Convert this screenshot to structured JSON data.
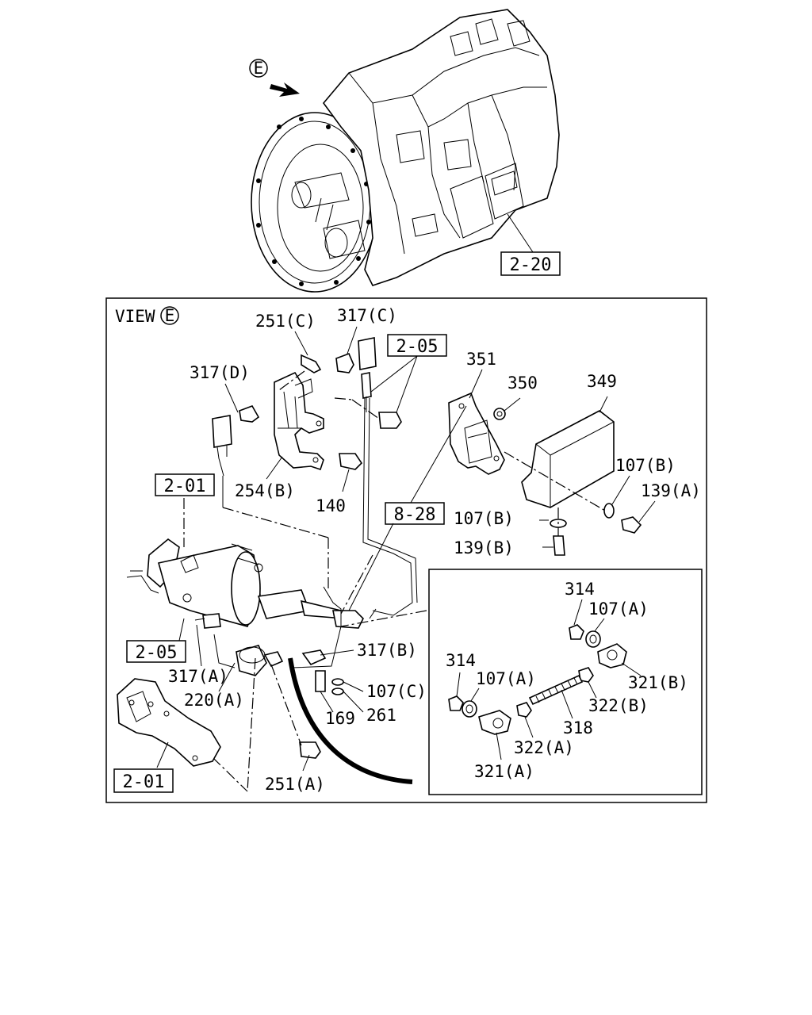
{
  "view_marker": "E",
  "view_label": "VIEW",
  "reference_boxes": [
    "2-20",
    "2-05",
    "2-01",
    "8-28",
    "2-05",
    "2-01"
  ],
  "part_labels": {
    "p251c": "251(C)",
    "p317c": "317(C)",
    "p317d": "317(D)",
    "p254b": "254(B)",
    "p140": "140",
    "p351": "351",
    "p350": "350",
    "p349": "349",
    "p107b_1": "107(B)",
    "p139a": "139(A)",
    "p107b_2": "107(B)",
    "p139b": "139(B)",
    "p317b": "317(B)",
    "p107c": "107(C)",
    "p261": "261",
    "p169": "169",
    "p317a": "317(A)",
    "p220a": "220(A)",
    "p251a": "251(A)",
    "p314_1": "314",
    "p107a_1": "107(A)",
    "p321b": "321(B)",
    "p322b": "322(B)",
    "p318": "318",
    "p314_2": "314",
    "p107a_2": "107(A)",
    "p322a": "322(A)",
    "p321a": "321(A)"
  }
}
